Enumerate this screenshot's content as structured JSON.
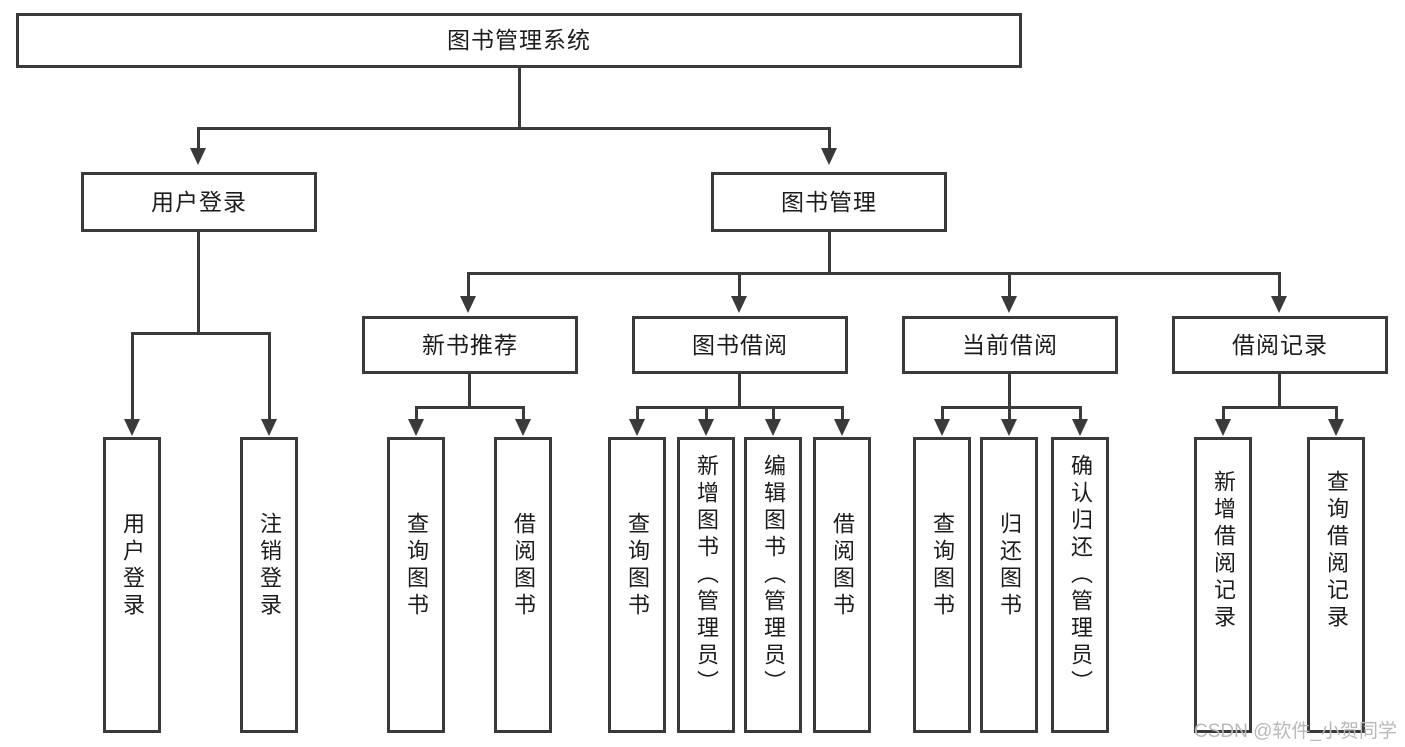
{
  "diagram": {
    "title": "图书管理系统",
    "type": "functional-structure-tree",
    "watermark": "CSDN @软件_小贺同学",
    "colors": {
      "stroke": "#3a3a3a",
      "box_fill": "#ffffff",
      "text": "#1c1c1c",
      "watermark": "#b9b9b9",
      "background": "#ffffff"
    }
  },
  "nodes": {
    "root": {
      "label": "图书管理系统"
    },
    "level2": [
      {
        "label": "用户登录"
      },
      {
        "label": "图书管理"
      }
    ],
    "level3": [
      {
        "label": "新书推荐"
      },
      {
        "label": "图书借阅"
      },
      {
        "label": "当前借阅"
      },
      {
        "label": "借阅记录"
      }
    ],
    "leaves": {
      "user_login": [
        {
          "label": "用户登录"
        },
        {
          "label": "注销登录"
        }
      ],
      "new_book_recommend": [
        {
          "label": "查询图书"
        },
        {
          "label": "借阅图书"
        }
      ],
      "book_borrow": [
        {
          "label": "查询图书"
        },
        {
          "label": "新增图书（管理员）"
        },
        {
          "label": "编辑图书（管理员）"
        },
        {
          "label": "借阅图书"
        }
      ],
      "current_borrow": [
        {
          "label": "查询图书"
        },
        {
          "label": "归还图书"
        },
        {
          "label": "确认归还（管理员）"
        }
      ],
      "borrow_record": [
        {
          "label": "新增借阅记录"
        },
        {
          "label": "查询借阅记录"
        }
      ]
    }
  },
  "edges": [
    {
      "from": "图书管理系统",
      "to": "用户登录"
    },
    {
      "from": "图书管理系统",
      "to": "图书管理"
    },
    {
      "from": "图书管理",
      "to": "新书推荐"
    },
    {
      "from": "图书管理",
      "to": "图书借阅"
    },
    {
      "from": "图书管理",
      "to": "当前借阅"
    },
    {
      "from": "图书管理",
      "to": "借阅记录"
    },
    {
      "from": "用户登录",
      "to": "用户登录"
    },
    {
      "from": "用户登录",
      "to": "注销登录"
    },
    {
      "from": "新书推荐",
      "to": "查询图书"
    },
    {
      "from": "新书推荐",
      "to": "借阅图书"
    },
    {
      "from": "图书借阅",
      "to": "查询图书"
    },
    {
      "from": "图书借阅",
      "to": "新增图书（管理员）"
    },
    {
      "from": "图书借阅",
      "to": "编辑图书（管理员）"
    },
    {
      "from": "图书借阅",
      "to": "借阅图书"
    },
    {
      "from": "当前借阅",
      "to": "查询图书"
    },
    {
      "from": "当前借阅",
      "to": "归还图书"
    },
    {
      "from": "当前借阅",
      "to": "确认归还（管理员）"
    },
    {
      "from": "借阅记录",
      "to": "新增借阅记录"
    },
    {
      "from": "借阅记录",
      "to": "查询借阅记录"
    }
  ]
}
